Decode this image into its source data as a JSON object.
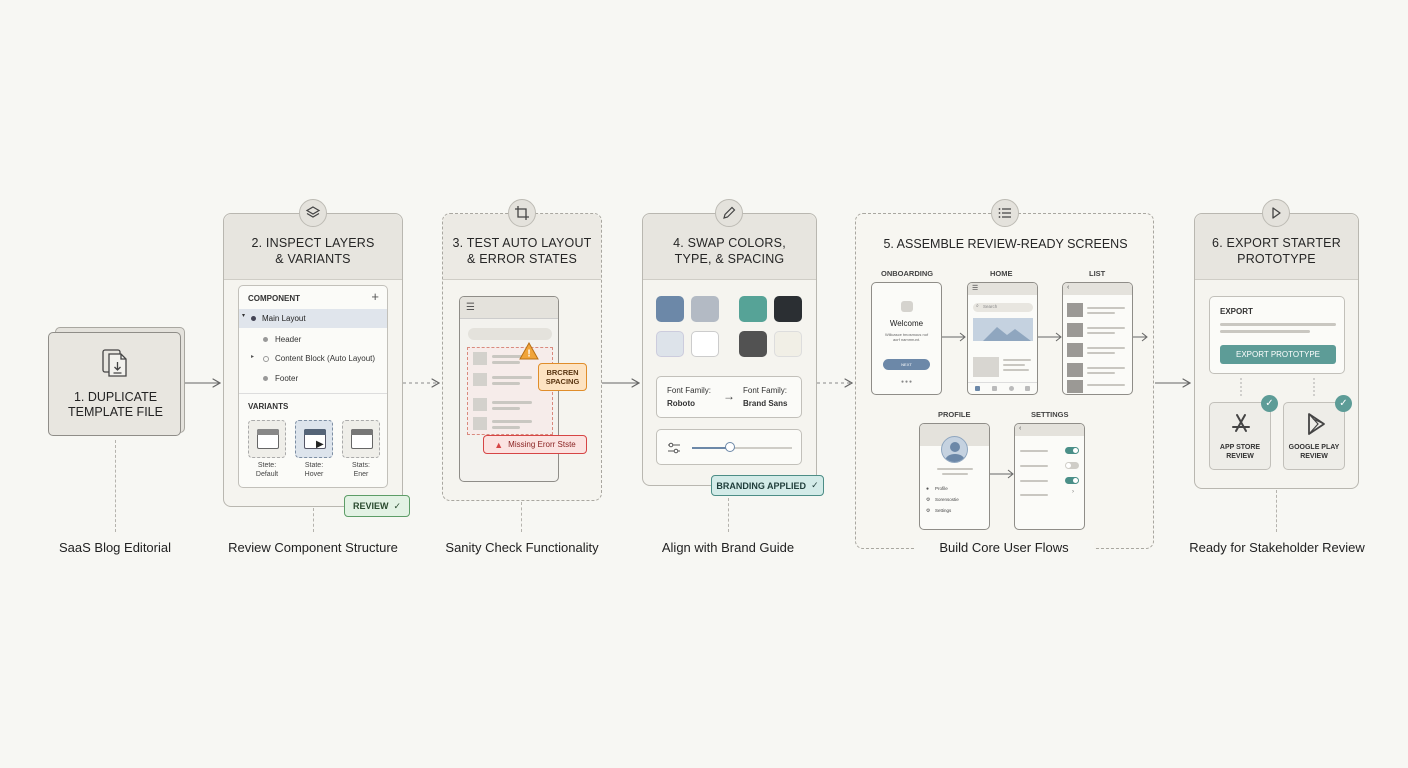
{
  "steps": [
    {
      "title": "1. DUPLICATE\nTEMPLATE FILE",
      "caption": "SaaS Blog Editorial",
      "icon": "file-download-icon"
    },
    {
      "title": "2. INSPECT LAYERS\n& VARIANTS",
      "caption": "Review Component Structure",
      "icon": "layers-icon"
    },
    {
      "title": "3. TEST AUTO LAYOUT\n& ERROR STATES",
      "caption": "Sanity Check Functionality",
      "icon": "crop-icon"
    },
    {
      "title": "4. SWAP COLORS,\nTYPE, & SPACING",
      "caption": "Align with Brand Guide",
      "icon": "pen-icon"
    },
    {
      "title": "5. ASSEMBLE REVIEW-READY SCREENS",
      "caption": "Build Core User Flows",
      "icon": "list-icon"
    },
    {
      "title": "6. EXPORT STARTER\nPROTOTYPE",
      "caption": "Ready for Stakeholder Review",
      "icon": "play-icon"
    }
  ],
  "layers": {
    "header": "COMPONENT",
    "add": "+",
    "items": [
      "Main Layout",
      "Header",
      "Content Block (Auto Layout)",
      "Footer"
    ],
    "variants_label": "VARIANTS",
    "variants": [
      {
        "label1": "Stete:",
        "label2": "Default"
      },
      {
        "label1": "State:",
        "label2": "Hover"
      },
      {
        "label1": "Stats:",
        "label2": "Ener"
      }
    ],
    "badge": "REVIEW"
  },
  "test": {
    "broken_badge": "BRCREN\nSPACING",
    "error_badge": "Missing Erorr Stste"
  },
  "brand": {
    "colors": [
      "#6c88a8",
      "#b3bac4",
      "#56a397",
      "#2b2f33",
      "#dde3ea",
      "#ffffff",
      "#525252",
      "#f1efe6"
    ],
    "font_from_label": "Font Family:",
    "font_from": "Roboto",
    "font_to_label": "Font Family:",
    "font_to": "Brand Sans",
    "badge": "BRANDING APPLIED"
  },
  "screens": {
    "onboarding": {
      "label": "ONBOARDING",
      "title": "Welcome",
      "body": "Willcasce tmosmous nof\naorf nammrunt.",
      "button": "NEXT"
    },
    "home": {
      "label": "HOME",
      "search": "Search"
    },
    "list": {
      "label": "LIST"
    },
    "profile": {
      "label": "PROFILE",
      "items": [
        "Profile",
        "Sorensostie",
        "Settings"
      ]
    },
    "settings": {
      "label": "SETTINGS"
    }
  },
  "export": {
    "label": "EXPORT",
    "button": "EXPORT PROTOTYPE",
    "app_store": "APP STORE\nREVIEW",
    "google_play": "GOOGLE PLAY\nREVIEW"
  },
  "colors": {
    "accent_teal": "#5d9c97",
    "review_green": "#e3f2e4",
    "brand_badge": "#d3ebe8",
    "error_red": "#d64545",
    "warning_orange": "#f0a43a"
  }
}
